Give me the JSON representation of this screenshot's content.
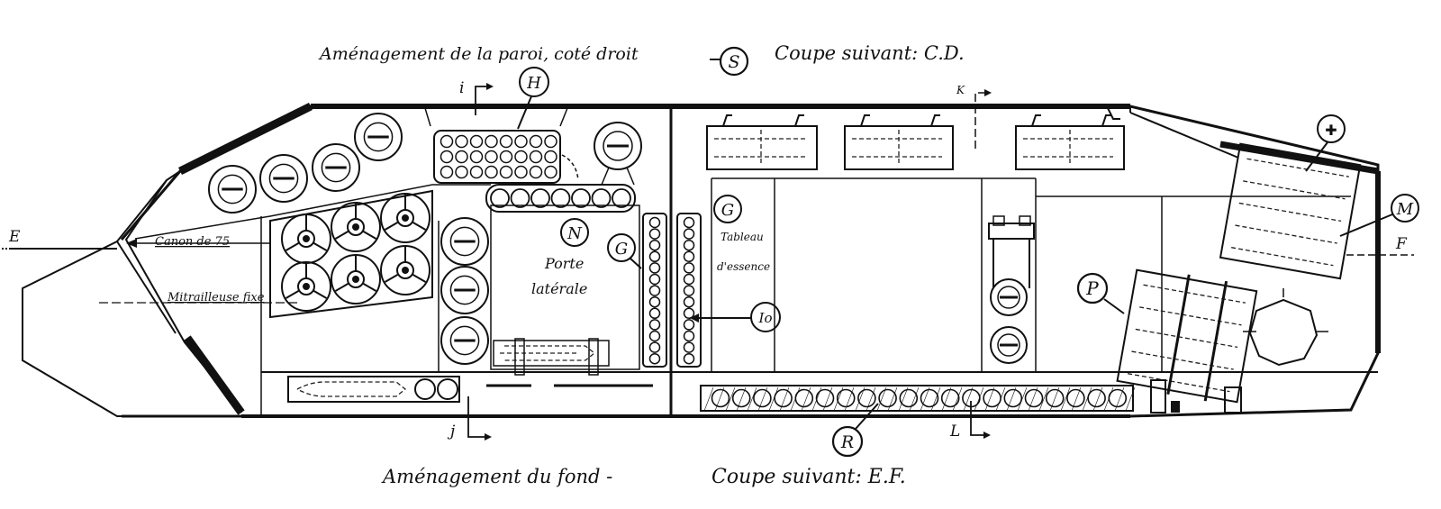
{
  "captions": {
    "top": "Aménagement de la paroi, coté droit",
    "top_symbol": "S",
    "top_section": "Coupe suivant: C.D.",
    "bottom": "Aménagement du fond -",
    "bottom_section": "Coupe suivant: E.F."
  },
  "callouts": {
    "H": "H",
    "N": "N",
    "G1": "G",
    "G2": "G",
    "Io": "Io",
    "P": "P",
    "R": "R",
    "M": "M",
    "plus": "✚"
  },
  "labels": {
    "canon": "Canon de 75",
    "mitrailleuse": "Mitrailleuse fixe",
    "porte_1": "Porte",
    "porte_2": "latérale",
    "tableau_1": "Tableau",
    "tableau_2": "d'essence"
  },
  "section_marks": {
    "E": "E",
    "F": "F",
    "i": "i",
    "j": "j",
    "K": "K",
    "L": "L"
  },
  "colors": {
    "ink": "#111111",
    "paper": "#ffffff"
  }
}
